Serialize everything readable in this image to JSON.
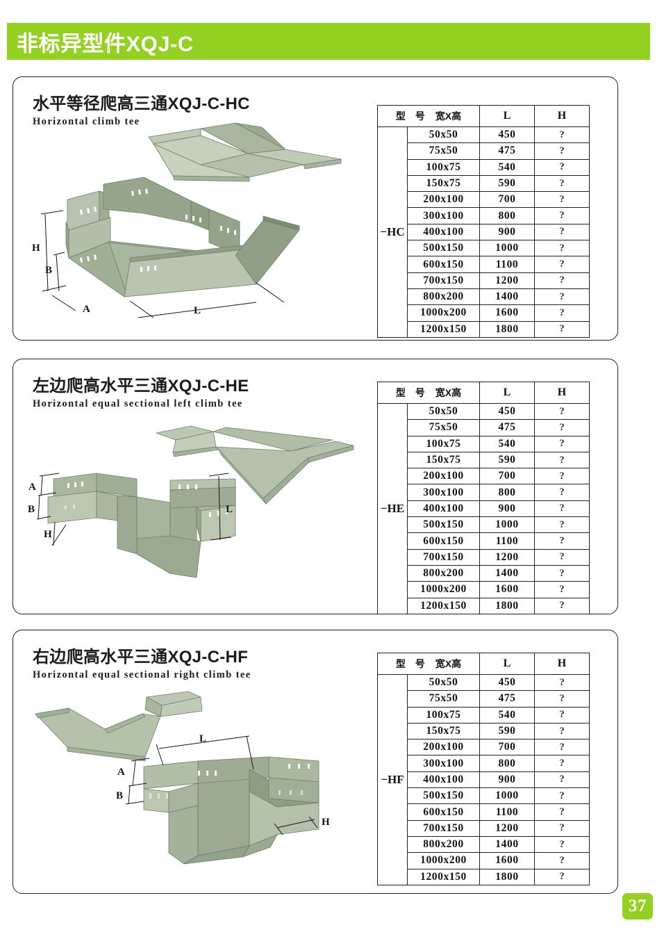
{
  "banner": {
    "title": "非标异型件XQJ-C"
  },
  "page_number": "37",
  "table_header": {
    "model_cn": "型 号",
    "model_dim_cn": "宽X高",
    "col_L": "L",
    "col_H": "H"
  },
  "sections": [
    {
      "id": "HC",
      "title_cn": "水平等径爬高三通XQJ-C-HC",
      "title_en": "Horizontal climb tee",
      "series_label": "−HC",
      "dimension_labels": [
        "H",
        "B",
        "A",
        "L"
      ],
      "rows": [
        {
          "size": "50x50",
          "L": "450",
          "H": "?"
        },
        {
          "size": "75x50",
          "L": "475",
          "H": "?"
        },
        {
          "size": "100x75",
          "L": "540",
          "H": "?"
        },
        {
          "size": "150x75",
          "L": "590",
          "H": "?"
        },
        {
          "size": "200x100",
          "L": "700",
          "H": "?"
        },
        {
          "size": "300x100",
          "L": "800",
          "H": "?"
        },
        {
          "size": "400x100",
          "L": "900",
          "H": "?"
        },
        {
          "size": "500x150",
          "L": "1000",
          "H": "?"
        },
        {
          "size": "600x150",
          "L": "1100",
          "H": "?"
        },
        {
          "size": "700x150",
          "L": "1200",
          "H": "?"
        },
        {
          "size": "800x200",
          "L": "1400",
          "H": "?"
        },
        {
          "size": "1000x200",
          "L": "1600",
          "H": "?"
        },
        {
          "size": "1200x150",
          "L": "1800",
          "H": "?"
        }
      ]
    },
    {
      "id": "HE",
      "title_cn": "左边爬高水平三通XQJ-C-HE",
      "title_en": "Horizontal equal sectional left climb tee",
      "series_label": "−HE",
      "dimension_labels": [
        "A",
        "B",
        "H",
        "L"
      ],
      "rows": [
        {
          "size": "50x50",
          "L": "450",
          "H": "?"
        },
        {
          "size": "75x50",
          "L": "475",
          "H": "?"
        },
        {
          "size": "100x75",
          "L": "540",
          "H": "?"
        },
        {
          "size": "150x75",
          "L": "590",
          "H": "?"
        },
        {
          "size": "200x100",
          "L": "700",
          "H": "?"
        },
        {
          "size": "300x100",
          "L": "800",
          "H": "?"
        },
        {
          "size": "400x100",
          "L": "900",
          "H": "?"
        },
        {
          "size": "500x150",
          "L": "1000",
          "H": "?"
        },
        {
          "size": "600x150",
          "L": "1100",
          "H": "?"
        },
        {
          "size": "700x150",
          "L": "1200",
          "H": "?"
        },
        {
          "size": "800x200",
          "L": "1400",
          "H": "?"
        },
        {
          "size": "1000x200",
          "L": "1600",
          "H": "?"
        },
        {
          "size": "1200x150",
          "L": "1800",
          "H": "?"
        }
      ]
    },
    {
      "id": "HF",
      "title_cn": "右边爬高水平三通XQJ-C-HF",
      "title_en": "Horizontal equal sectional right climb tee",
      "series_label": "−HF",
      "dimension_labels": [
        "A",
        "B",
        "L",
        "H"
      ],
      "rows": [
        {
          "size": "50x50",
          "L": "450",
          "H": "?"
        },
        {
          "size": "75x50",
          "L": "475",
          "H": "?"
        },
        {
          "size": "100x75",
          "L": "540",
          "H": "?"
        },
        {
          "size": "150x75",
          "L": "590",
          "H": "?"
        },
        {
          "size": "200x100",
          "L": "700",
          "H": "?"
        },
        {
          "size": "300x100",
          "L": "800",
          "H": "?"
        },
        {
          "size": "400x100",
          "L": "900",
          "H": "?"
        },
        {
          "size": "500x150",
          "L": "1000",
          "H": "?"
        },
        {
          "size": "600x150",
          "L": "1100",
          "H": "?"
        },
        {
          "size": "700x150",
          "L": "1200",
          "H": "?"
        },
        {
          "size": "800x200",
          "L": "1400",
          "H": "?"
        },
        {
          "size": "1000x200",
          "L": "1600",
          "H": "?"
        },
        {
          "size": "1200x150",
          "L": "1800",
          "H": "?"
        }
      ]
    }
  ],
  "colors": {
    "brand_green": "#95d122",
    "metal_light": "#c3ceb9",
    "metal_mid": "#aebaa4",
    "metal_dark": "#8d9c85",
    "metal_darker": "#7e8e76",
    "outline": "#231f20"
  }
}
